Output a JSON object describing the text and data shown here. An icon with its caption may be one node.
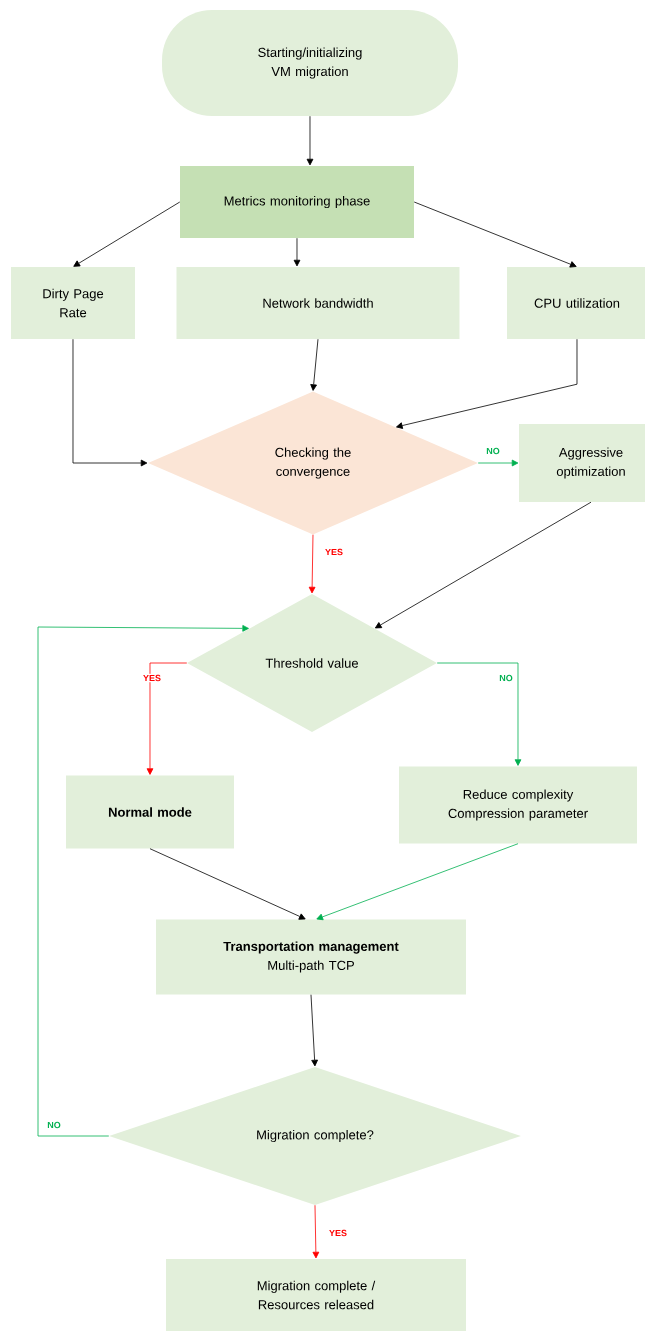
{
  "diagram": {
    "nodes": [
      {
        "text": [
          "Starting/initializing VM migration"
        ]
      },
      {
        "text": [
          "Metrics monitoring phase"
        ]
      },
      {
        "text": [
          "Dirty Page Rate"
        ]
      },
      {
        "text": [
          "Network bandwidth"
        ]
      },
      {
        "text": [
          "CPU utilization"
        ]
      },
      {
        "text": [
          "Checking the convergence"
        ]
      },
      {
        "text": [
          "Aggressive optimization"
        ]
      },
      {
        "text": [
          "Threshold value"
        ]
      },
      {
        "text": [
          "Normal mode"
        ]
      },
      {
        "text": [
          "Reduce complexity Compression parameter"
        ]
      },
      {
        "text": [
          "Transportation management",
          "Multi-path TCP"
        ]
      },
      {
        "text": [
          "Migration complete?"
        ]
      },
      {
        "text": [
          "Migration complete / Resources released"
        ]
      }
    ],
    "edges": [
      {
        "from": 0,
        "to": 1,
        "arrow": "to"
      },
      {
        "from": 1,
        "to": 2,
        "arrow": "to"
      },
      {
        "from": 1,
        "to": 3,
        "arrow": "to"
      },
      {
        "from": 1,
        "to": 4,
        "arrow": "to"
      },
      {
        "from": 2,
        "to": 5,
        "arrow": "to"
      },
      {
        "from": 3,
        "to": 5,
        "arrow": "to"
      },
      {
        "from": 4,
        "to": 5,
        "arrow": "to"
      },
      {
        "from": 5,
        "to": 6,
        "arrow": "to",
        "label": "NO",
        "color": "#00b050"
      },
      {
        "from": 5,
        "to": 7,
        "arrow": "to",
        "label": "YES",
        "color": "#ff0000"
      },
      {
        "from": 6,
        "to": 7,
        "arrow": "to"
      },
      {
        "from": 7,
        "to": 8,
        "arrow": "to",
        "label": "YES",
        "color": "#ff0000"
      },
      {
        "from": 7,
        "to": 9,
        "arrow": "to",
        "label": "NO",
        "color": "#00b050"
      },
      {
        "from": 8,
        "to": 10,
        "arrow": "to"
      },
      {
        "from": 9,
        "to": 10,
        "arrow": "to",
        "color": "#00b050"
      },
      {
        "from": 10,
        "to": 11,
        "arrow": "to"
      },
      {
        "from": 11,
        "to": 7,
        "arrow": "to",
        "label": "NO",
        "color": "#00b050"
      },
      {
        "from": 11,
        "to": 12,
        "arrow": "to",
        "label": "YES",
        "color": "#ff0000"
      }
    ]
  }
}
